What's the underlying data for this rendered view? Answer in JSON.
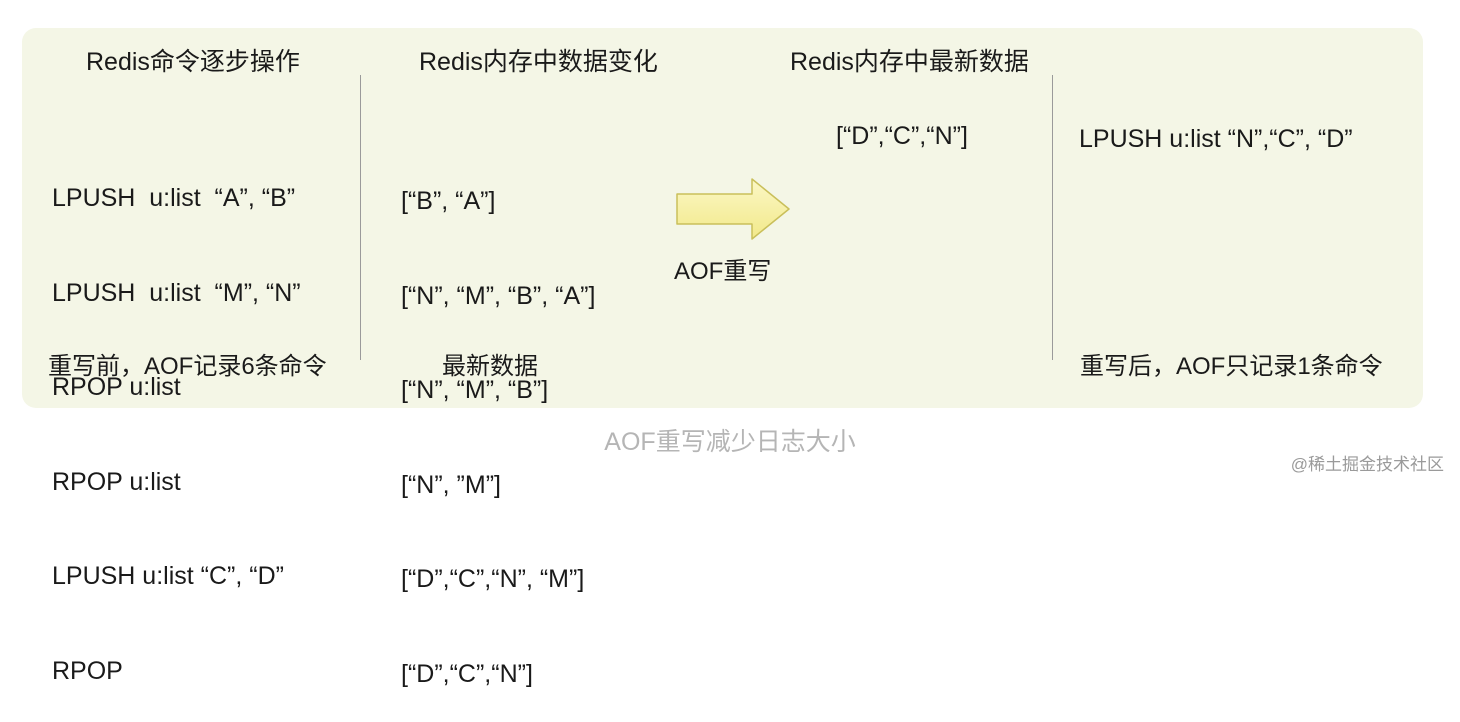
{
  "columns": {
    "steps": {
      "title": "Redis命令逐步操作",
      "commands": [
        "LPUSH  u:list  “A”, “B”",
        "LPUSH  u:list  “M”, “N”",
        "RPOP u:list",
        "RPOP u:list",
        "LPUSH u:list “C”, “D”",
        "RPOP"
      ],
      "footer": "重写前，AOF记录6条命令"
    },
    "memory": {
      "title": "Redis内存中数据变化",
      "states": [
        "[“B”, “A”]",
        "[“N”, “M”, “B”, “A”]",
        "[“N”, “M”, “B”]",
        "[“N”, ”M”]",
        "[“D”,“C”,“N”, “M”]",
        "[“D”,“C”,“N”]"
      ],
      "footer": "最新数据"
    },
    "rewrite": {
      "arrow_label": "AOF重写",
      "arrow_color": "#f9f3a7"
    },
    "latest": {
      "title": "Redis内存中最新数据",
      "value": "[“D”,“C”,“N”]"
    },
    "result": {
      "command": "LPUSH u:list “N”,“C”, “D”",
      "footer": "重写后，AOF只记录1条命令"
    }
  },
  "caption": "AOF重写减少日志大小",
  "watermark": "@稀土掘金技术社区",
  "colors": {
    "panel_background": "#f4f6e6",
    "caption_text": "#b5b5b5"
  }
}
